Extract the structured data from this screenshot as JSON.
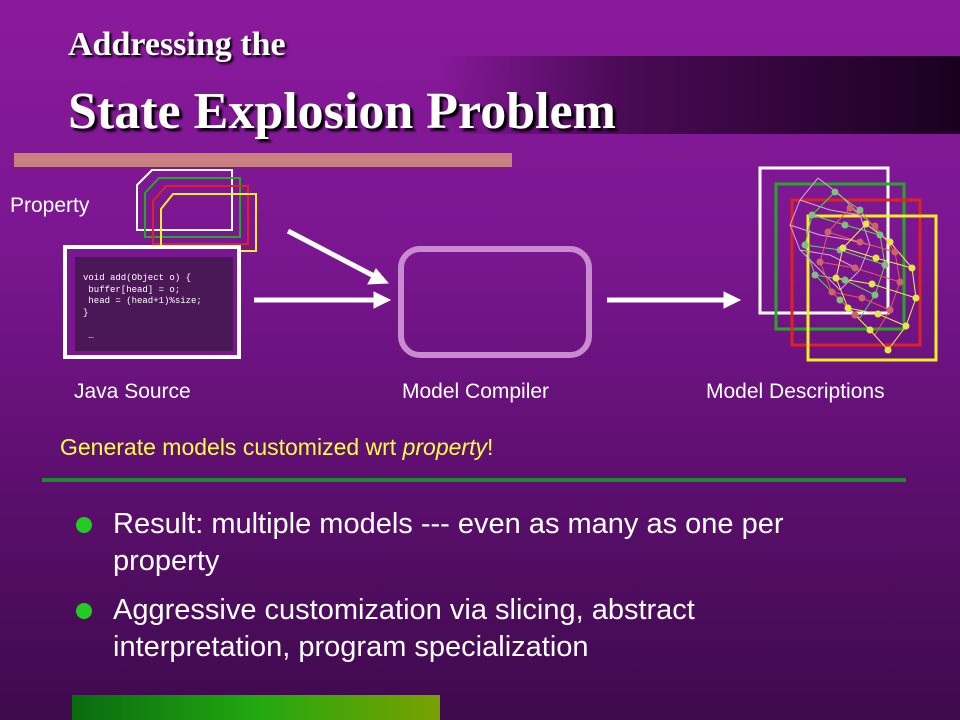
{
  "title": {
    "line1": "Addressing the",
    "line2": "State Explosion Problem"
  },
  "diagram": {
    "property_label": "Property",
    "java_source_label": "Java Source",
    "model_compiler_label": "Model Compiler",
    "model_descriptions_label": "Model Descriptions",
    "code_lines": [
      "void add(Object o) {",
      " buffer[head] = o;",
      " head = (head+1)%size;",
      "}",
      "",
      " …"
    ]
  },
  "tagline": {
    "prefix": "Generate models customized wrt ",
    "emphasis": "property",
    "suffix": "!"
  },
  "bullets": [
    "Result: multiple models --- even as many as one per property",
    "Aggressive customization via slicing, abstract interpretation, program specialization"
  ],
  "colors": {
    "background": "#7a1690",
    "accent_yellow": "#ffff44",
    "bullet_green": "#22cc22",
    "rule_salmon": "#c8807e"
  }
}
